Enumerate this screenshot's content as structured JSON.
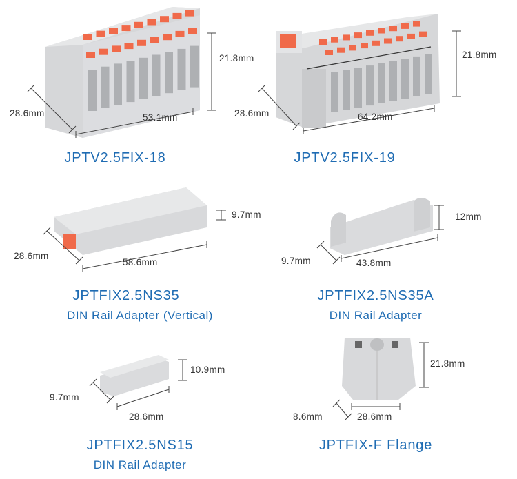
{
  "products": [
    {
      "name": "JPTV2.5FIX-18",
      "subtitle": null,
      "dims": {
        "height": "21.8mm",
        "depth": "28.6mm",
        "width": "53.1mm"
      }
    },
    {
      "name": "JPTV2.5FIX-19",
      "subtitle": null,
      "dims": {
        "height": "21.8mm",
        "depth": "28.6mm",
        "width": "64.2mm"
      }
    },
    {
      "name": "JPTFIX2.5NS35",
      "subtitle": "DIN Rail Adapter (Vertical)",
      "dims": {
        "height": "9.7mm",
        "depth": "28.6mm",
        "width": "58.6mm"
      }
    },
    {
      "name": "JPTFIX2.5NS35A",
      "subtitle": "DIN Rail Adapter",
      "dims": {
        "height": "12mm",
        "depth": "9.7mm",
        "width": "43.8mm"
      }
    },
    {
      "name": "JPTFIX2.5NS15",
      "subtitle": "DIN Rail Adapter",
      "dims": {
        "height": "10.9mm",
        "depth": "9.7mm",
        "width": "28.6mm"
      }
    },
    {
      "name": "JPTFIX-F Flange",
      "subtitle": null,
      "dims": {
        "height": "21.8mm",
        "depth": "8.6mm",
        "width": "28.6mm"
      }
    }
  ],
  "colors": {
    "title": "#1f6cb3",
    "body": "#d9dadc",
    "lever": "#f06a4a",
    "dimline": "#444444"
  }
}
